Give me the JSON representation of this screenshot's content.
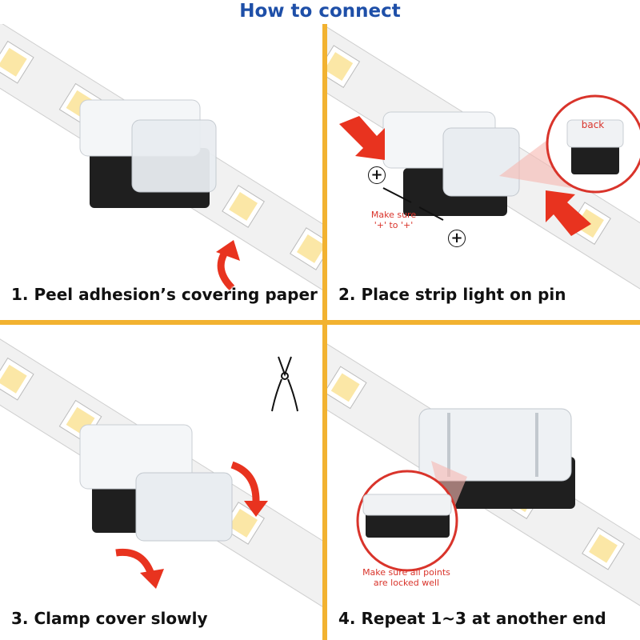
{
  "title": "How to connect",
  "steps": [
    {
      "caption": "1. Peel adhesion’s covering paper"
    },
    {
      "caption": "2. Place strip light on pin",
      "note_polarity": "Make sure '+' to '+'",
      "plus_symbol": "+",
      "callout_label": "back"
    },
    {
      "caption": "3. Clamp cover slowly"
    },
    {
      "caption": "4. Repeat 1~3 at another end",
      "callout_note": "Make sure all points are locked well"
    }
  ],
  "colors": {
    "title": "#1e4fa8",
    "divider": "#f2b230",
    "arrow": "#e8331f",
    "callout": "#d9342b"
  },
  "icons": [
    "curved-arrow-icon",
    "push-arrow-icon",
    "pliers-icon",
    "magnifier-callout"
  ]
}
